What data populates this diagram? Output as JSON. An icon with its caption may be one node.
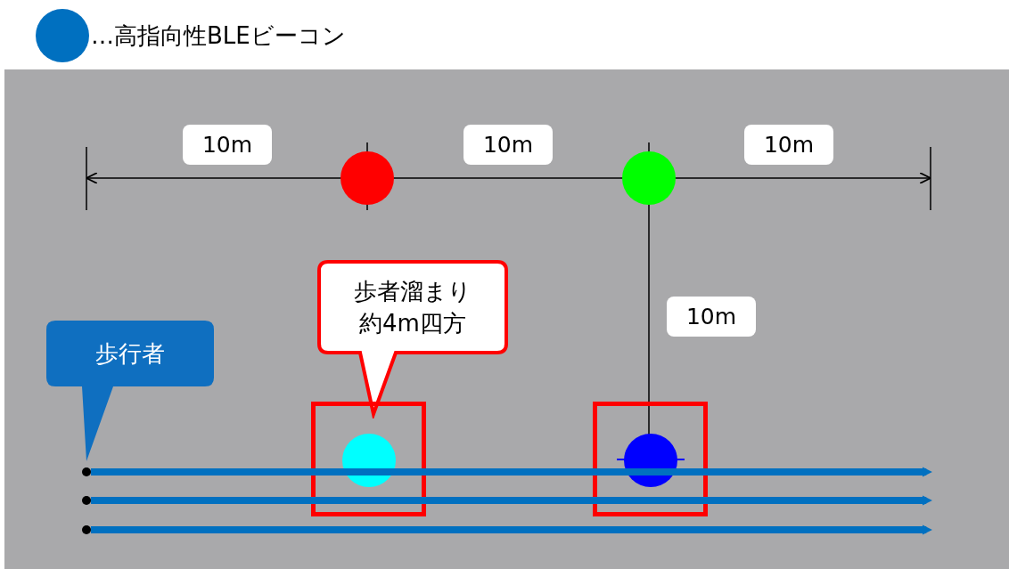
{
  "diagram": {
    "nodes": [
      {
        "text": [],
        "shape": "circle"
      },
      {
        "text": [],
        "shape": "circle"
      },
      {
        "text": [
          "歩者溜まり約4m四方"
        ]
      },
      {
        "text": [
          "歩行者"
        ]
      },
      {
        "text": [],
        "shape": "box"
      },
      {
        "text": [],
        "shape": "circle",
        "in": 4
      },
      {
        "text": [],
        "shape": "box"
      },
      {
        "text": [],
        "shape": "circle",
        "in": 6
      },
      {
        "text": [],
        "shape": "circle"
      },
      {
        "text": [],
        "shape": "circle"
      },
      {
        "text": [],
        "shape": "circle"
      }
    ],
    "edges": [
      {
        "from": 8,
        "to": null,
        "arrow": "to"
      },
      {
        "from": 9,
        "to": null,
        "arrow": "to"
      },
      {
        "from": 10,
        "to": null,
        "arrow": "to"
      }
    ],
    "labels": [
      "10m",
      "10m",
      "10m",
      "10m"
    ],
    "legend": [
      {
        "text": "…高指向性BLEビーコン",
        "color": "#0070c0"
      }
    ]
  }
}
